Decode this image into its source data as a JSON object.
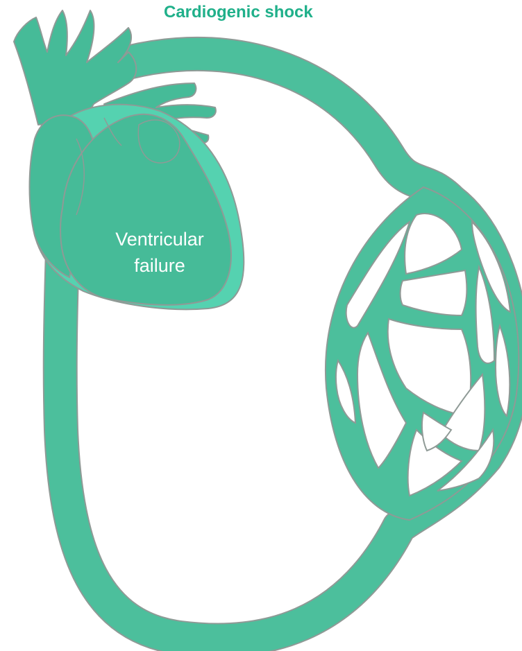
{
  "title": "Cardiogenic shock",
  "heart_label": {
    "line1": "Ventricular",
    "line2": "failure"
  },
  "colors": {
    "vessel": "#4cbf9c",
    "vessel_outline": "#8f9a96",
    "heart": "#46bb98",
    "heart_shadow": "#55d2b0",
    "title": "#20b08a"
  }
}
